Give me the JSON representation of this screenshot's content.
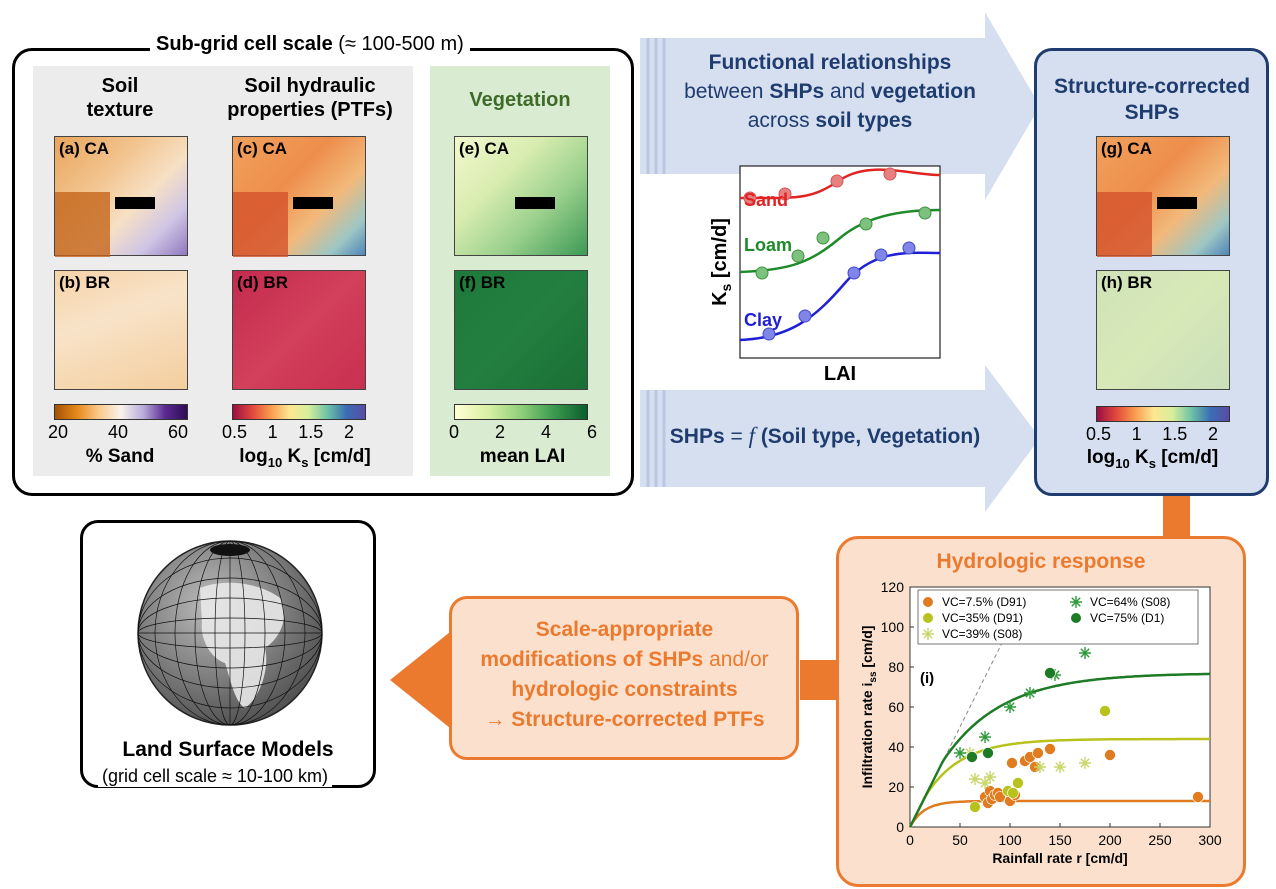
{
  "subgrid": {
    "title_bold": "Sub-grid cell scale",
    "title_rest": "(≈ 100-500 m)",
    "col1_header": [
      "Soil",
      "texture"
    ],
    "col2_header": [
      "Soil hydraulic",
      "properties (PTFs)"
    ],
    "col3_header": "Vegetation",
    "maps": {
      "a": "(a) CA",
      "b": "(b) BR",
      "c": "(c) CA",
      "d": "(d) BR",
      "e": "(e) CA",
      "f": "(f) BR",
      "g": "(g) CA",
      "h": "(h) BR"
    },
    "cbar_sand": {
      "ticks": [
        "20",
        "40",
        "60"
      ],
      "label": "% Sand"
    },
    "cbar_ks": {
      "ticks": [
        "0.5",
        "1",
        "1.5",
        "2"
      ],
      "label_pre": "log",
      "label_sub": "10",
      "label_post": " K",
      "label_sub2": "s",
      "label_end": " [cm/d]"
    },
    "cbar_lai": {
      "ticks": [
        "0",
        "2",
        "4",
        "6"
      ],
      "label": "mean LAI"
    }
  },
  "functional": {
    "line1": "Functional relationships",
    "line2_pre": "between ",
    "line2_b1": "SHPs",
    "line2_mid": " and ",
    "line2_b2": "vegetation",
    "line3_pre": "across ",
    "line3_b": "soil types",
    "equation_b": "SHPs",
    "equation_eq": " = ",
    "equation_f": "f",
    "equation_rest": " (Soil type, Vegetation)"
  },
  "inset": {
    "ylabel": "K",
    "ylabel_sub": "s",
    "ylabel_units": " [cm/d]",
    "xlabel": "LAI",
    "sand": "Sand",
    "loam": "Loam",
    "clay": "Clay"
  },
  "corrected": {
    "title": [
      "Structure-corrected",
      "SHPs"
    ]
  },
  "hydrologic": {
    "title": "Hydrologic response"
  },
  "scale": {
    "line1": "Scale-appropriate",
    "line2_b": "modifications of SHPs",
    "line2_rest": " and/or",
    "line3": "hydrologic constraints",
    "line4": "→ Structure-corrected PTFs"
  },
  "lsm": {
    "title": "Land Surface Models",
    "subtitle": "(grid cell scale ≈ 10-100 km)"
  },
  "colors": {
    "blue_box": "#1f3c6e",
    "arrow_blue": "#d6dff0",
    "orange": "#ec7a2e",
    "orange_fill": "#fbe0cd",
    "veg_bg": "#d9ecd2",
    "soil_bg": "#ececec"
  },
  "chart_data": {
    "type": "scatter",
    "label": "(i)",
    "xlabel": "Rainfall rate r [cm/d]",
    "ylabel": "Infiltration rate i",
    "ylabel_sub": "ss",
    "ylabel_units": " [cm/d]",
    "xlim": [
      0,
      300
    ],
    "ylim": [
      0,
      120
    ],
    "xticks": [
      "0",
      "50",
      "100",
      "150",
      "200",
      "250",
      "300"
    ],
    "yticks": [
      "0",
      "20",
      "40",
      "60",
      "80",
      "100",
      "120"
    ],
    "legend": [
      {
        "name": "VC=7.5% (D91)",
        "marker": "circle",
        "color": "#e07b1f"
      },
      {
        "name": "VC=64% (S08)",
        "marker": "star",
        "color": "#2e9b3a"
      },
      {
        "name": "VC=35% (D91)",
        "marker": "circle",
        "color": "#b8c21c"
      },
      {
        "name": "VC=75% (D1)",
        "marker": "circle",
        "color": "#1d7a25"
      },
      {
        "name": "VC=39% (S08)",
        "marker": "star",
        "color": "#c9d66a"
      }
    ],
    "series": [
      {
        "name": "VC=7.5% (D91)",
        "marker": "circle",
        "color": "#e07b1f",
        "x": [
          75,
          78,
          80,
          82,
          85,
          88,
          90,
          100,
          102,
          105,
          115,
          120,
          125,
          128,
          140,
          200,
          288
        ],
        "y": [
          15,
          12,
          18,
          14,
          16,
          17,
          15,
          13,
          32,
          16,
          33,
          35,
          30,
          37,
          39,
          36,
          15
        ]
      },
      {
        "name": "VC=35% (D91)",
        "marker": "circle",
        "color": "#b8c21c",
        "x": [
          65,
          98,
          103,
          108,
          195
        ],
        "y": [
          10,
          18,
          17,
          22,
          58
        ]
      },
      {
        "name": "VC=39% (S08)",
        "marker": "star",
        "color": "#c9d66a",
        "x": [
          60,
          65,
          75,
          80,
          130,
          150,
          175
        ],
        "y": [
          37,
          24,
          22,
          25,
          30,
          30,
          32
        ]
      },
      {
        "name": "VC=64% (S08)",
        "marker": "star",
        "color": "#2e9b3a",
        "x": [
          50,
          75,
          100,
          120,
          145,
          175
        ],
        "y": [
          37,
          45,
          60,
          67,
          76,
          87
        ]
      },
      {
        "name": "VC=75% (D1)",
        "marker": "circle",
        "color": "#1d7a25",
        "x": [
          62,
          78,
          140
        ],
        "y": [
          35,
          37,
          77
        ]
      }
    ],
    "curves": [
      {
        "color": "#e07b1f",
        "plateau": 13
      },
      {
        "color": "#b8c21c",
        "plateau": 44
      },
      {
        "color": "#1d7a25",
        "plateau": 77
      }
    ]
  }
}
